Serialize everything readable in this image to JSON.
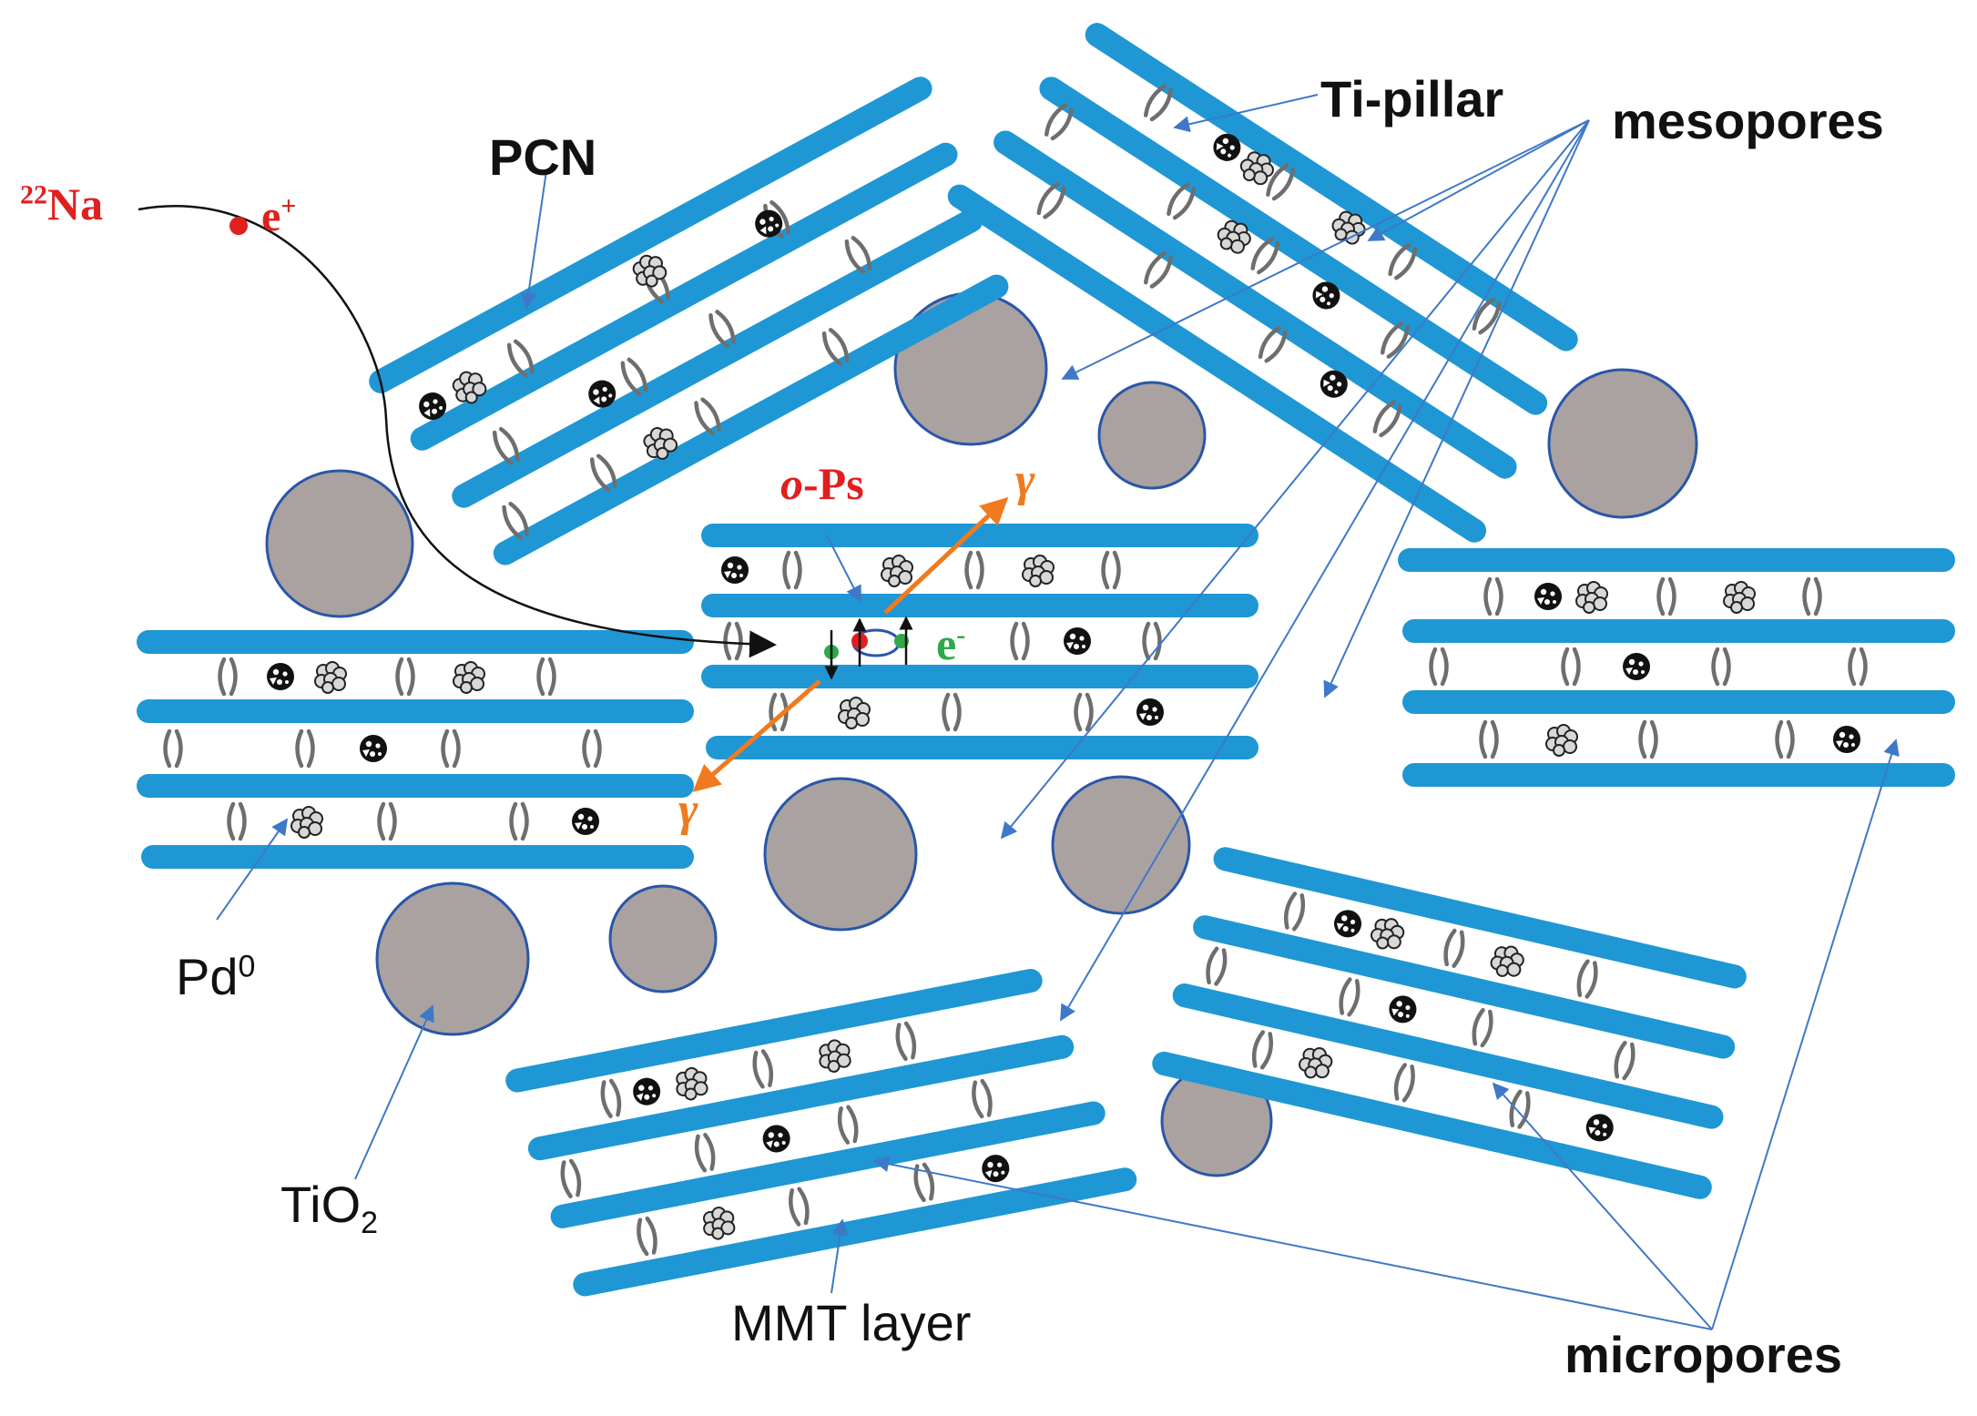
{
  "labels": {
    "source": "22Na",
    "source_sup": "22",
    "source_sym": "Na",
    "positron": "e",
    "positron_sup": "+",
    "pcn": "PCN",
    "ti_pillar": "Ti-pillar",
    "mesopores": "mesopores",
    "ops_prefix": "o",
    "ops_suffix": "-Ps",
    "gamma_top": "γ",
    "gamma_bottom": "γ",
    "electron": "e",
    "electron_sup": "-",
    "pd": "Pd",
    "pd_sup": "0",
    "tio2": "TiO",
    "tio2_sub": "2",
    "mmt_layer": "MMT layer",
    "micropores": "micropores"
  },
  "colors": {
    "layer": "#1f97d4",
    "pore": "#a9a2a0",
    "pore_stroke": "#2a56a8",
    "arrow": "#3e78c8",
    "gamma": "#f07a1e",
    "positron": "#e0201f",
    "electron": "#2fa84a",
    "pillar": "#6e6e6e"
  },
  "icons": [
    "pcn-particle-icon",
    "pd-cluster-icon",
    "ti-pillar-icon"
  ]
}
